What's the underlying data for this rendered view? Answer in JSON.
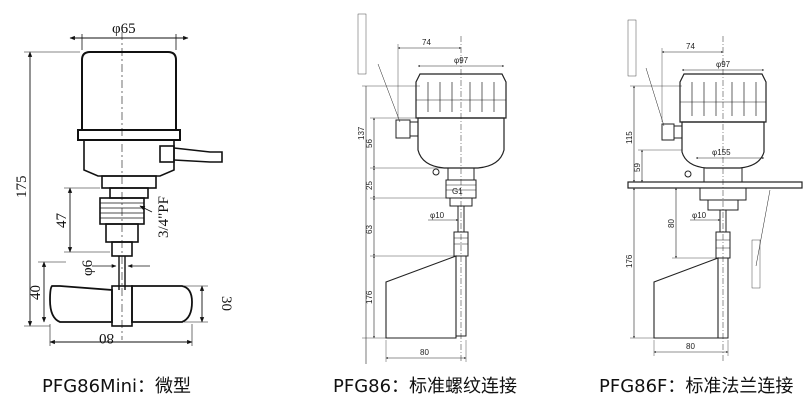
{
  "captions": [
    "PFG86Mini：微型",
    "PFG86：标准螺纹连接",
    "PFG86F：标准法兰连接"
  ],
  "drawing1": {
    "dims": {
      "dia_top": "φ65",
      "height_total": "175",
      "height_47": "47",
      "height_40": "40",
      "shaft_dia": "φ6",
      "thread": "3/4\"PF",
      "paddle_width": "80",
      "paddle_height": "30"
    }
  },
  "drawing2": {
    "dims": {
      "w74": "74",
      "dia97": "φ97",
      "h137": "137",
      "h56": "56",
      "h25": "25",
      "thread": "G1",
      "d10": "φ10",
      "h63": "63",
      "h176": "176",
      "paddle": "80"
    }
  },
  "drawing3": {
    "dims": {
      "w74": "74",
      "dia97": "φ97",
      "h115": "115",
      "h59": "59",
      "flange": "φ155",
      "h80": "80",
      "d10": "φ10",
      "h176": "176",
      "paddle": "80"
    }
  }
}
